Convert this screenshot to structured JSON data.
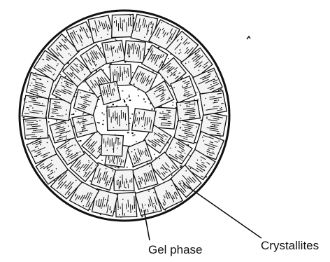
{
  "figure": {
    "labels": {
      "gel_phase": "Gel phase",
      "crystallites": "Crystallites"
    },
    "colors": {
      "ink": "#111111",
      "paper": "#ffffff",
      "crystallite_fill": "#f4f4f4"
    },
    "icons": [
      "granule-outline",
      "crystallite-block",
      "leader-line"
    ]
  }
}
